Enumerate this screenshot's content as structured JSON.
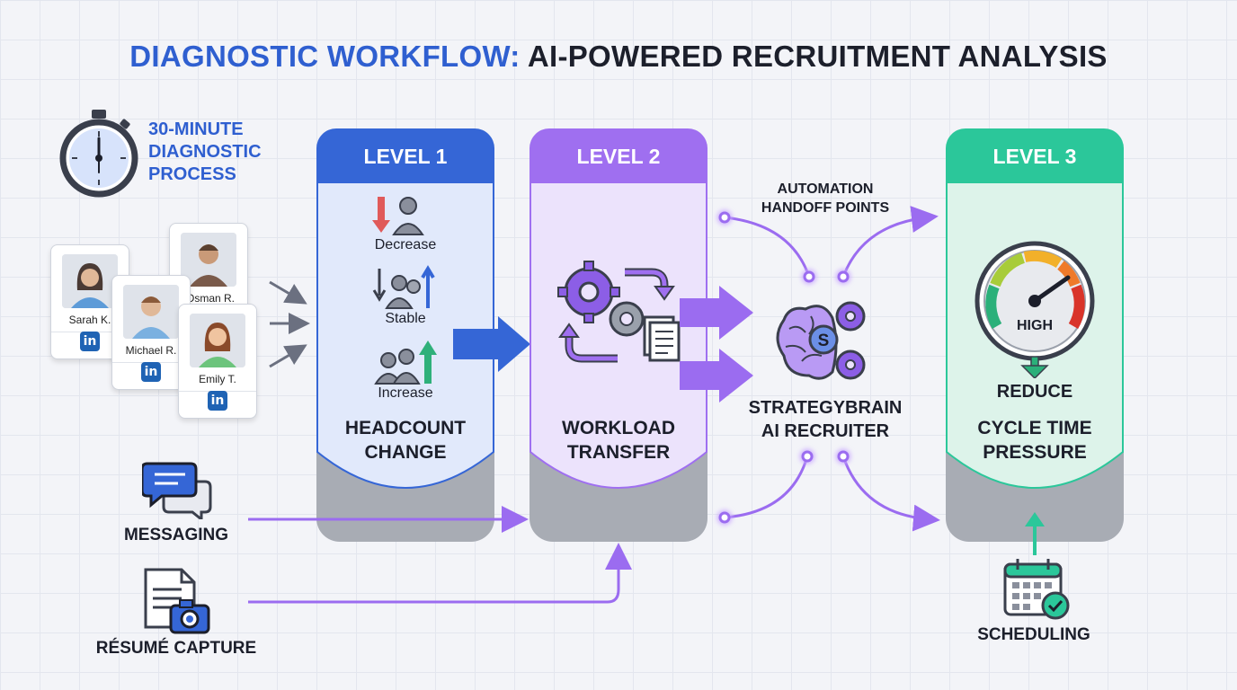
{
  "title": {
    "highlight": "DIAGNOSTIC WORKFLOW:",
    "rest": "AI-POWERED RECRUITMENT ANALYSIS"
  },
  "timer": {
    "line1": "30-MINUTE",
    "line2": "DIAGNOSTIC",
    "line3": "PROCESS"
  },
  "candidates": [
    {
      "name": "Sarah K.",
      "badge": "in"
    },
    {
      "name": "Osman R.",
      "badge": "in"
    },
    {
      "name": "Michael R.",
      "badge": "in"
    },
    {
      "name": "Emily T.",
      "badge": "in"
    }
  ],
  "level1": {
    "header": "LEVEL 1",
    "items": [
      "Decrease",
      "Stable",
      "Increase"
    ],
    "label_line1": "HEADCOUNT",
    "label_line2": "CHANGE"
  },
  "level2": {
    "header": "LEVEL 2",
    "label_line1": "WORKLOAD",
    "label_line2": "TRANSFER"
  },
  "automation": {
    "line1": "AUTOMATION",
    "line2": "HANDOFF POINTS"
  },
  "brain": {
    "line1": "STRATEGYBRAIN",
    "line2": "AI RECRUITER",
    "badge": "S"
  },
  "level3": {
    "header": "LEVEL 3",
    "gauge_label": "HIGH",
    "action": "REDUCE",
    "label_line1": "CYCLE TIME",
    "label_line2": "PRESSURE"
  },
  "inputs": {
    "messaging": "MESSAGING",
    "resume": "RÉSUMÉ CAPTURE",
    "scheduling": "SCHEDULING"
  },
  "colors": {
    "level1": "#3566d6",
    "level2": "#9f6ff0",
    "level3": "#2bc79a",
    "flow": "#9b6cf0",
    "title_accent": "#2f5fd0"
  }
}
